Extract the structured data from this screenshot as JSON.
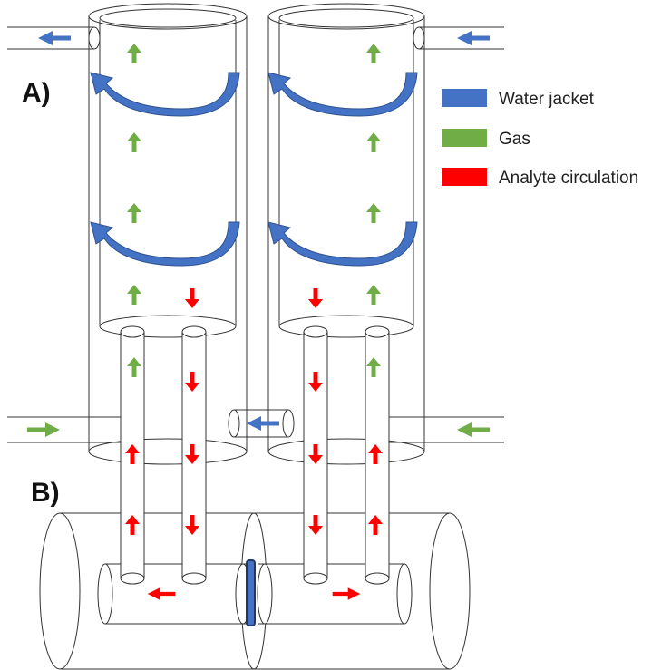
{
  "panels": {
    "a_label": "A)",
    "b_label": "B)"
  },
  "legend": [
    {
      "label": "Water jacket",
      "color": "#4472c4"
    },
    {
      "label": "Gas",
      "color": "#70ad47"
    },
    {
      "label": "Analyte circulation",
      "color": "#ff0000"
    }
  ],
  "colors": {
    "water": "#4472c4",
    "water_dark": "#2f528f",
    "gas": "#70ad47",
    "analyte": "#ff0000",
    "membrane": "#4472c4",
    "line": "#333333"
  }
}
